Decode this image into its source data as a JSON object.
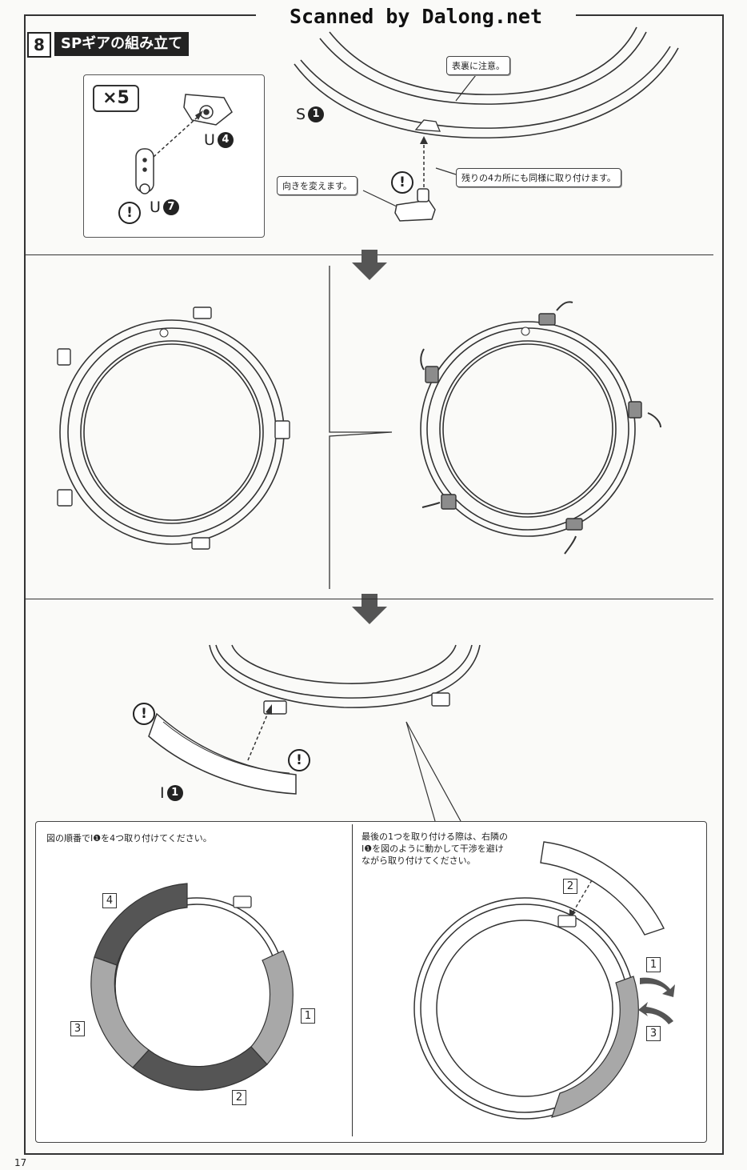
{
  "watermark": "Scanned by Dalong.net",
  "step": {
    "number": "8",
    "title": "SPギアの組み立て"
  },
  "subassembly": {
    "multiplier": "×5"
  },
  "parts": {
    "s1": {
      "letter": "S",
      "num": "1"
    },
    "u4": {
      "letter": "U",
      "num": "4"
    },
    "u7": {
      "letter": "U",
      "num": "7"
    },
    "i1": {
      "letter": "I",
      "num": "1"
    }
  },
  "callouts": {
    "front_back": "表裏に注意。",
    "change_direction": "向きを変えます。",
    "remaining_four": "残りの4カ所にも同様に取り付けます。"
  },
  "instructions": {
    "left": "図の順番でI❶を4つ取り付けてください。",
    "right": [
      "最後の1つを取り付ける際は、右隣の",
      "I❶を図のように動かして干渉を避け",
      "ながら取り付けてください。"
    ]
  },
  "order_numbers": {
    "n1": "1",
    "n2": "2",
    "n3": "3",
    "n4": "4"
  },
  "warning_symbol": "!",
  "page_number": "17",
  "colors": {
    "dark_segment": "#555555",
    "light_segment": "#a8a8a8",
    "highlight_part": "#8c8c8c"
  }
}
